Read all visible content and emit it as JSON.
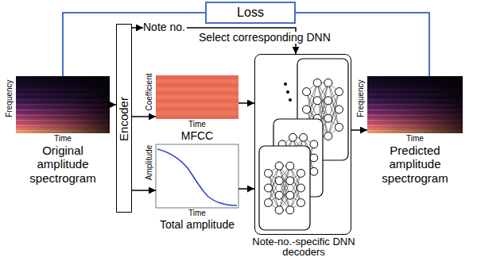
{
  "diagram": {
    "nodes": [
      {
        "text": [
          "Loss"
        ]
      },
      {
        "text": [
          "Frequency",
          "Time",
          "Original amplitude spectrogram"
        ]
      },
      {
        "text": [
          "Encoder"
        ]
      },
      {
        "text": [
          "Note no."
        ]
      },
      {
        "text": [
          "Coefficient",
          "Time",
          "MFCC"
        ]
      },
      {
        "text": [
          "Amplitude",
          "Time",
          "Total amplitude"
        ]
      },
      {
        "text": [
          "Note-no.-specific DNN decoders"
        ]
      },
      {
        "text": [
          "Frequency",
          "Time",
          "Predicted amplitude spectrogram"
        ]
      }
    ],
    "edges": [
      {
        "from": 1,
        "to": 0,
        "arrow": "none"
      },
      {
        "from": 7,
        "to": 0,
        "arrow": "none"
      },
      {
        "from": 1,
        "to": 2,
        "arrow": "to"
      },
      {
        "from": 2,
        "to": 3,
        "arrow": "to"
      },
      {
        "from": 3,
        "to": 6,
        "arrow": "to",
        "label": "Select corresponding DNN"
      },
      {
        "from": 2,
        "to": 4,
        "arrow": "to"
      },
      {
        "from": 2,
        "to": 5,
        "arrow": "to"
      },
      {
        "from": 4,
        "to": 6,
        "arrow": "to"
      },
      {
        "from": 5,
        "to": 6,
        "arrow": "to"
      },
      {
        "from": 6,
        "to": 7,
        "arrow": "to"
      }
    ]
  }
}
